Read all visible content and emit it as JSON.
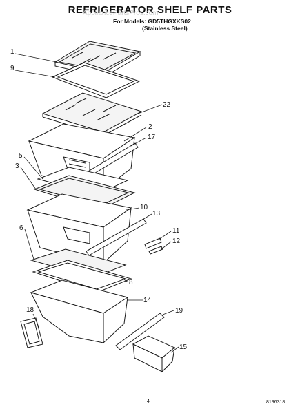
{
  "header": {
    "title": "REFRIGERATOR SHELF PARTS",
    "models_line": "For Models: GD5THGXKS02",
    "finish_line": "(Stainless Steel)",
    "watermark": "AppliancePartsPros.com"
  },
  "callouts": [
    "1",
    "9",
    "22",
    "2",
    "17",
    "5",
    "3",
    "10",
    "13",
    "6",
    "11",
    "12",
    "8",
    "14",
    "18",
    "19",
    "15"
  ],
  "footer": {
    "page_number": "4",
    "document_number": "8196318"
  },
  "colors": {
    "line": "#1a1a1a",
    "glass": "#f4f4f4",
    "bin": "#ffffff"
  }
}
